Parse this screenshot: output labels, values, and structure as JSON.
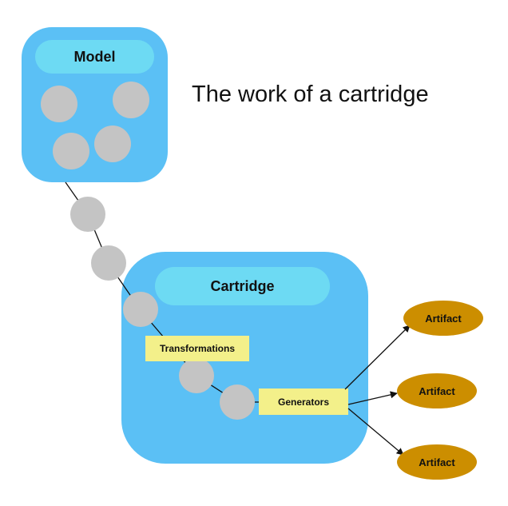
{
  "title": "The work of a cartridge",
  "model": {
    "label": "Model"
  },
  "cartridge": {
    "label": "Cartridge"
  },
  "transformations": {
    "label": "Transformations"
  },
  "generators": {
    "label": "Generators"
  },
  "artifacts": [
    {
      "label": "Artifact"
    },
    {
      "label": "Artifact"
    },
    {
      "label": "Artifact"
    }
  ],
  "colors": {
    "container_fill": "#5BC0F5",
    "header_fill": "#6DDAF3",
    "node_fill": "#C4C4C4",
    "step_fill": "#F3F08A",
    "artifact_fill": "#CC8E00",
    "line": "#111111"
  }
}
